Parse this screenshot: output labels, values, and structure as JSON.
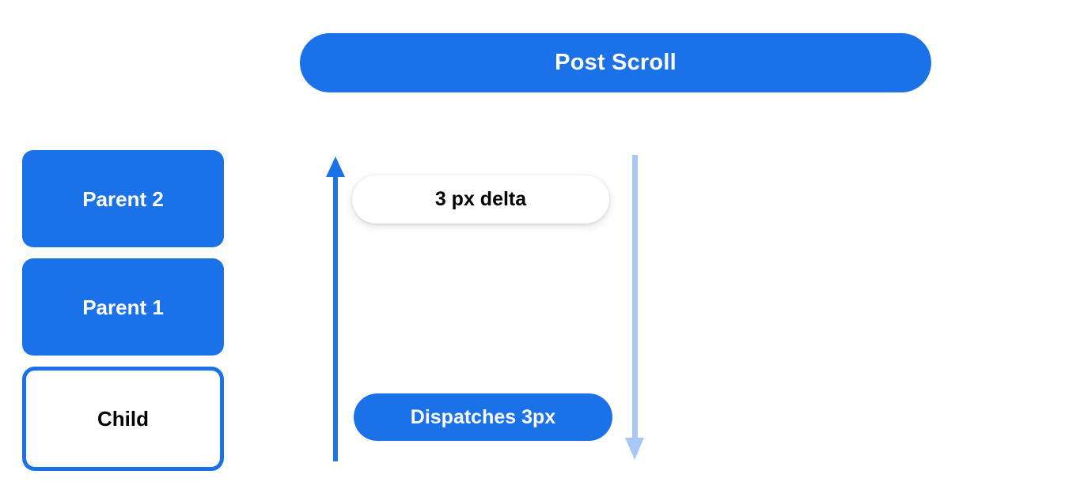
{
  "header": {
    "title": "Post Scroll"
  },
  "nodes": [
    {
      "label": "Parent 2",
      "style": "filled"
    },
    {
      "label": "Parent 1",
      "style": "filled"
    },
    {
      "label": "Child",
      "style": "outlined"
    }
  ],
  "arrows": [
    {
      "name": "bubble-up-arrow",
      "direction": "up",
      "color": "#1b72e8"
    },
    {
      "name": "propagate-down-arrow",
      "direction": "down",
      "color": "#a8c7f5"
    }
  ],
  "callouts": {
    "delta": "3 px delta",
    "dispatch": "Dispatches 3px"
  },
  "colors": {
    "accent": "#1b72e8",
    "accent_light": "#a8c7f5",
    "surface": "#ffffff",
    "text_dark": "#000000",
    "text_on_accent": "#ffffff"
  }
}
